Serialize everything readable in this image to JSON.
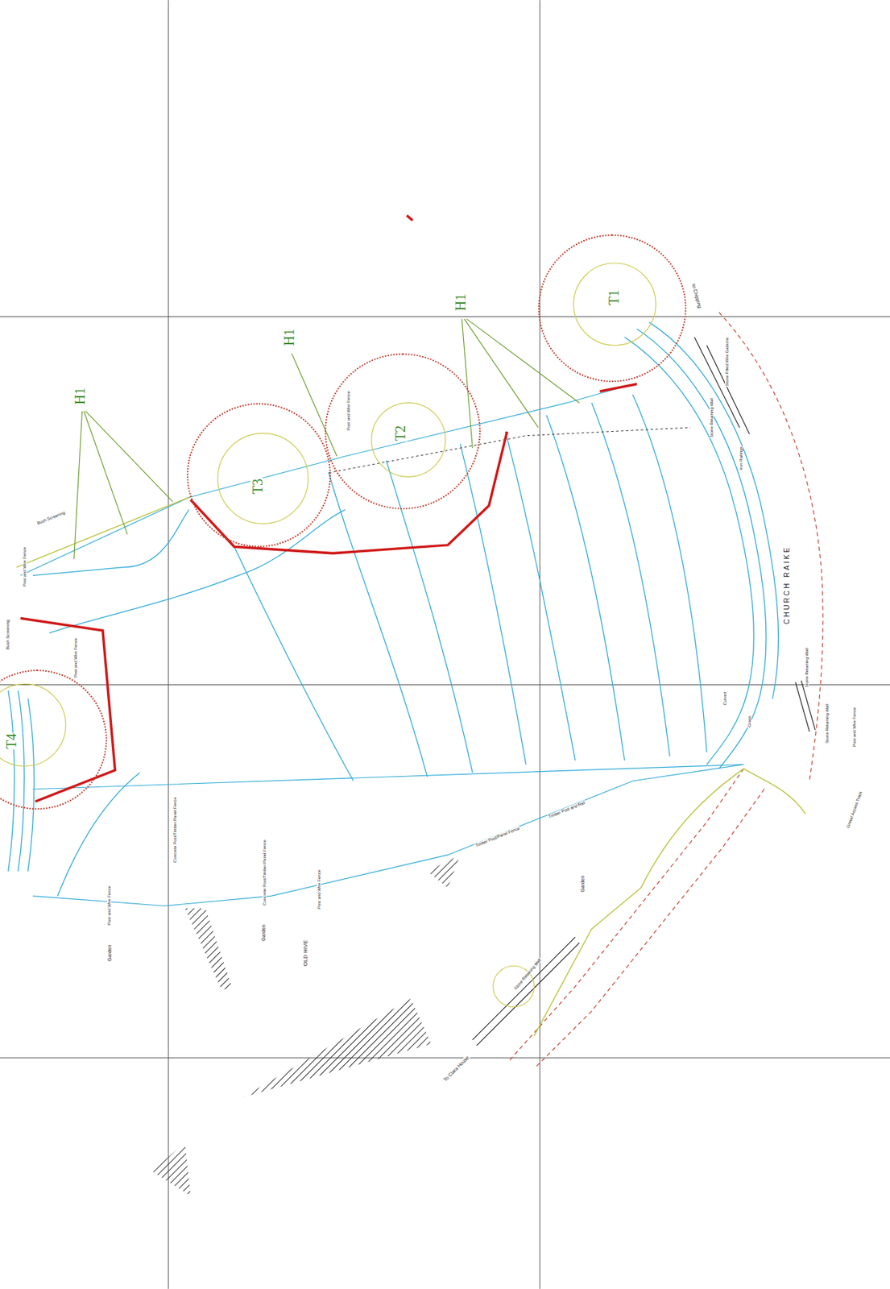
{
  "diagram": {
    "nodes": [
      {
        "text": [
          "T1"
        ]
      },
      {
        "text": [
          "T2"
        ]
      },
      {
        "text": [
          "T3"
        ]
      },
      {
        "text": [
          "T4"
        ]
      }
    ],
    "labels": [
      "H1",
      "H1",
      "H1",
      "CHURCH RAIKE",
      "OLD HIVE",
      "Garden",
      "Garden",
      "Garden",
      "Post and Wire Fence",
      "Bush Screening",
      "Bush Screening",
      "Post and Wire Fence",
      "Post and Wire Fence",
      "Concrete Post/Timber Panel Fence",
      "Concrete Post/Timber Panel Fence",
      "Post and Wire Fence",
      "Timber Post/Panel Fence",
      "Timber Post and Rail",
      "Post and Wire Fence",
      "Stone Filled Wire Gabions",
      "Stone Retaining Wall",
      "Iron Railings",
      "Stone Retaining Wall",
      "Stone Retaining Wall",
      "Culvert",
      "Grass",
      "Post and Wire Fence",
      "Gravel Access Track",
      "Stone Retaining Wall",
      "To Clara House",
      "to Chipping"
    ]
  }
}
